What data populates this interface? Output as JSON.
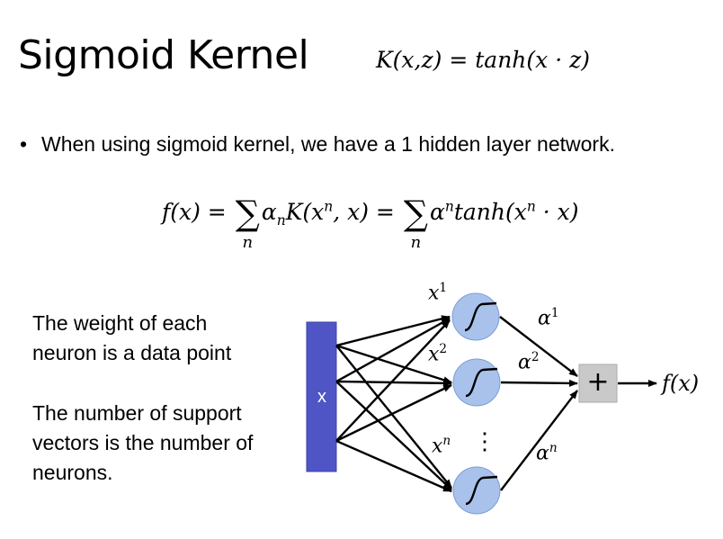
{
  "slide": {
    "title": "Sigmoid Kernel",
    "kernel_equation": {
      "lhs": "K(x,z)",
      "eq": " = ",
      "rhs": "tanh(x · z)"
    },
    "bullet": {
      "glyph": "•",
      "text": "When using sigmoid kernel, we have a 1 hidden layer network."
    },
    "f_equation": {
      "lhs": "f(x) = ",
      "sum_glyph": "∑",
      "sum_index": "n",
      "term1_alpha": "α",
      "term1_sub": "n",
      "term1_rest_a": "K(x",
      "term1_sup": "n",
      "term1_rest_b": ", x) = ",
      "term2_alpha": "α",
      "term2_sup": "n",
      "term2_rest_a": "tanh(x",
      "term2_sup2": "n",
      "term2_rest_b": " · x)"
    },
    "notes": [
      "The weight of each neuron is a data point",
      "The number of support vectors is the number of neurons."
    ]
  },
  "network": {
    "input_label": "x",
    "input_color": "#4f55c5",
    "neuron_color": "#a9c2ec",
    "neuron_border": "#7a9cd6",
    "neuron_weights": [
      {
        "base": "x",
        "sup": "1"
      },
      {
        "base": "x",
        "sup": "2"
      },
      {
        "base": "x",
        "sup": "n"
      }
    ],
    "output_weights": [
      {
        "base": "α",
        "sup": "1"
      },
      {
        "base": "α",
        "sup": "2"
      },
      {
        "base": "α",
        "sup": "n"
      }
    ],
    "ellipsis": "⋮",
    "sum_node_label": "+",
    "sum_node_color": "#c9c9c9",
    "output_label": "f(x)"
  }
}
